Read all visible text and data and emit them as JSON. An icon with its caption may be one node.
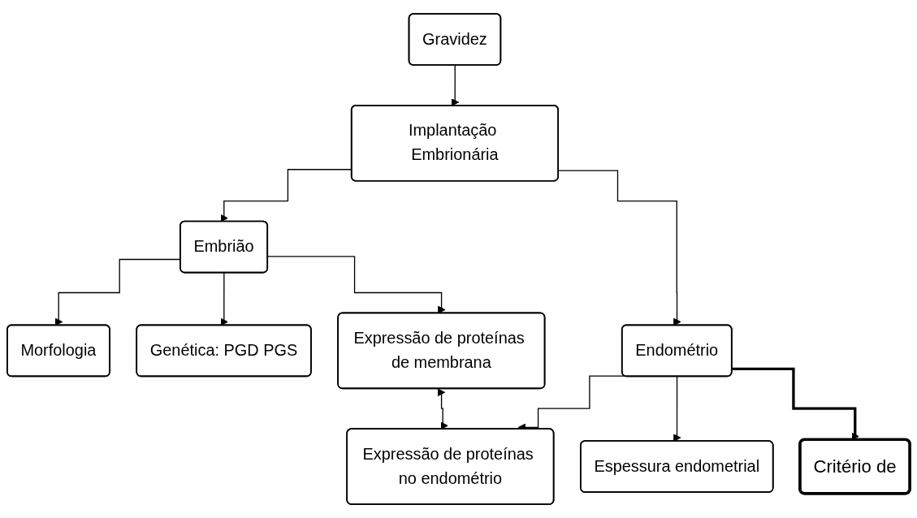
{
  "diagram": {
    "nodes": [
      {
        "text": [
          "Gravidez"
        ]
      },
      {
        "text": [
          "Implantação Embrionária"
        ]
      },
      {
        "text": [
          "Embrião"
        ]
      },
      {
        "text": [
          "Endométrio"
        ]
      },
      {
        "text": [
          "Morfologia"
        ]
      },
      {
        "text": [
          "Genética: PGD PGS"
        ]
      },
      {
        "text": [
          "Expressão de proteínas de membrana"
        ]
      },
      {
        "text": [
          "Expressão de proteínas no endométrio"
        ]
      },
      {
        "text": [
          "Espessura endometrial"
        ]
      },
      {
        "text": [
          "Critério de"
        ]
      }
    ],
    "edges": [
      {
        "from": 0,
        "to": 1,
        "arrow": "to"
      },
      {
        "from": 1,
        "to": 2,
        "arrow": "to"
      },
      {
        "from": 1,
        "to": 3,
        "arrow": "to"
      },
      {
        "from": 2,
        "to": 4,
        "arrow": "to"
      },
      {
        "from": 2,
        "to": 5,
        "arrow": "to"
      },
      {
        "from": 2,
        "to": 6,
        "arrow": "to"
      },
      {
        "from": 3,
        "to": 7,
        "arrow": "to"
      },
      {
        "from": 3,
        "to": 8,
        "arrow": "to"
      },
      {
        "from": 3,
        "to": 9,
        "arrow": "to",
        "style": "thick"
      },
      {
        "from": 6,
        "to": 7,
        "arrow": "both"
      }
    ]
  }
}
